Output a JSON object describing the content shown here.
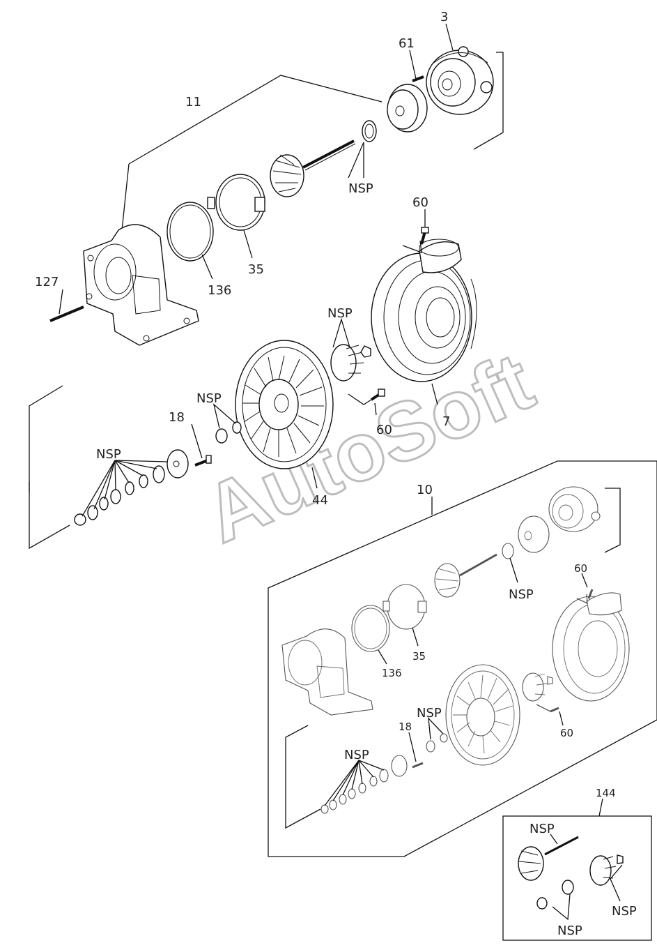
{
  "watermark": "AutoSoft",
  "callouts": {
    "c3": "3",
    "c61": "61",
    "c11": "11",
    "nsp_shaft": "NSP",
    "c60_top": "60",
    "c127": "127",
    "c136": "136",
    "c35": "35",
    "nsp_wheel": "NSP",
    "nsp_small": "NSP",
    "c18": "18",
    "nsp_rings": "NSP",
    "c60_mid": "60",
    "c7": "7",
    "c44": "44",
    "c10": "10",
    "nsp_b_shaft": "NSP",
    "c60_b1": "60",
    "c35_b": "35",
    "c136_b": "136",
    "nsp_b_small": "NSP",
    "c18_b": "18",
    "c60_b2": "60",
    "nsp_b_rings": "NSP",
    "c144": "144",
    "nsp_kit1": "NSP",
    "nsp_kit2": "NSP",
    "nsp_kit3": "NSP"
  }
}
